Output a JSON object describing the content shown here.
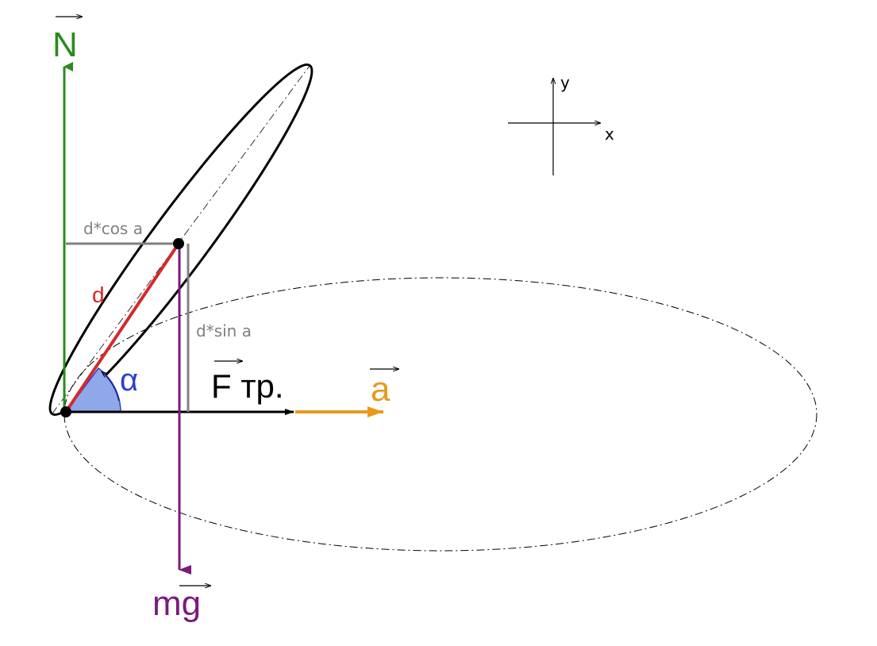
{
  "colors": {
    "normal": "#2a8a1f",
    "gravity": "#7a1a7e",
    "accel": "#e89a1c",
    "distance": "#d22a2a",
    "angle_fill": "#8fa8ea",
    "angle_text": "#2a3fd0",
    "guide": "#808080",
    "outline": "#000000"
  },
  "labels": {
    "normal_force": "N",
    "gravity": "mg",
    "acceleration": "a",
    "friction": "F тр.",
    "distance": "d",
    "angle": "α",
    "horizontal_projection": "d*cos a",
    "vertical_projection": "d*sin a",
    "axis_x": "x",
    "axis_y": "y"
  },
  "icons": {
    "vector_bar": "overline-arrow",
    "axes": "xy-cross-axes"
  }
}
